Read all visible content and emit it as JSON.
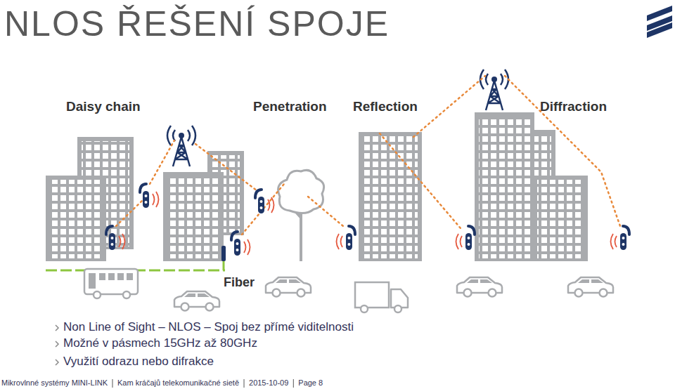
{
  "diagram": {
    "title": "NLOS ŘEŠENÍ SPOJE",
    "labels": [
      "Daisy chain",
      "Penetration",
      "Reflection",
      "Diffraction",
      "Fiber",
      "Non Line of Sight – NLOS – Spoj bez přímé viditelnosti",
      "Možné v pásmech 15GHz až 80GHz",
      "Využití odrazu nebo difrakce",
      "Mikrovlnné systémy MINI-LINK",
      "Kam kráčajů telekomunikačné sietě",
      "2015-10-09",
      "Page 8"
    ]
  }
}
